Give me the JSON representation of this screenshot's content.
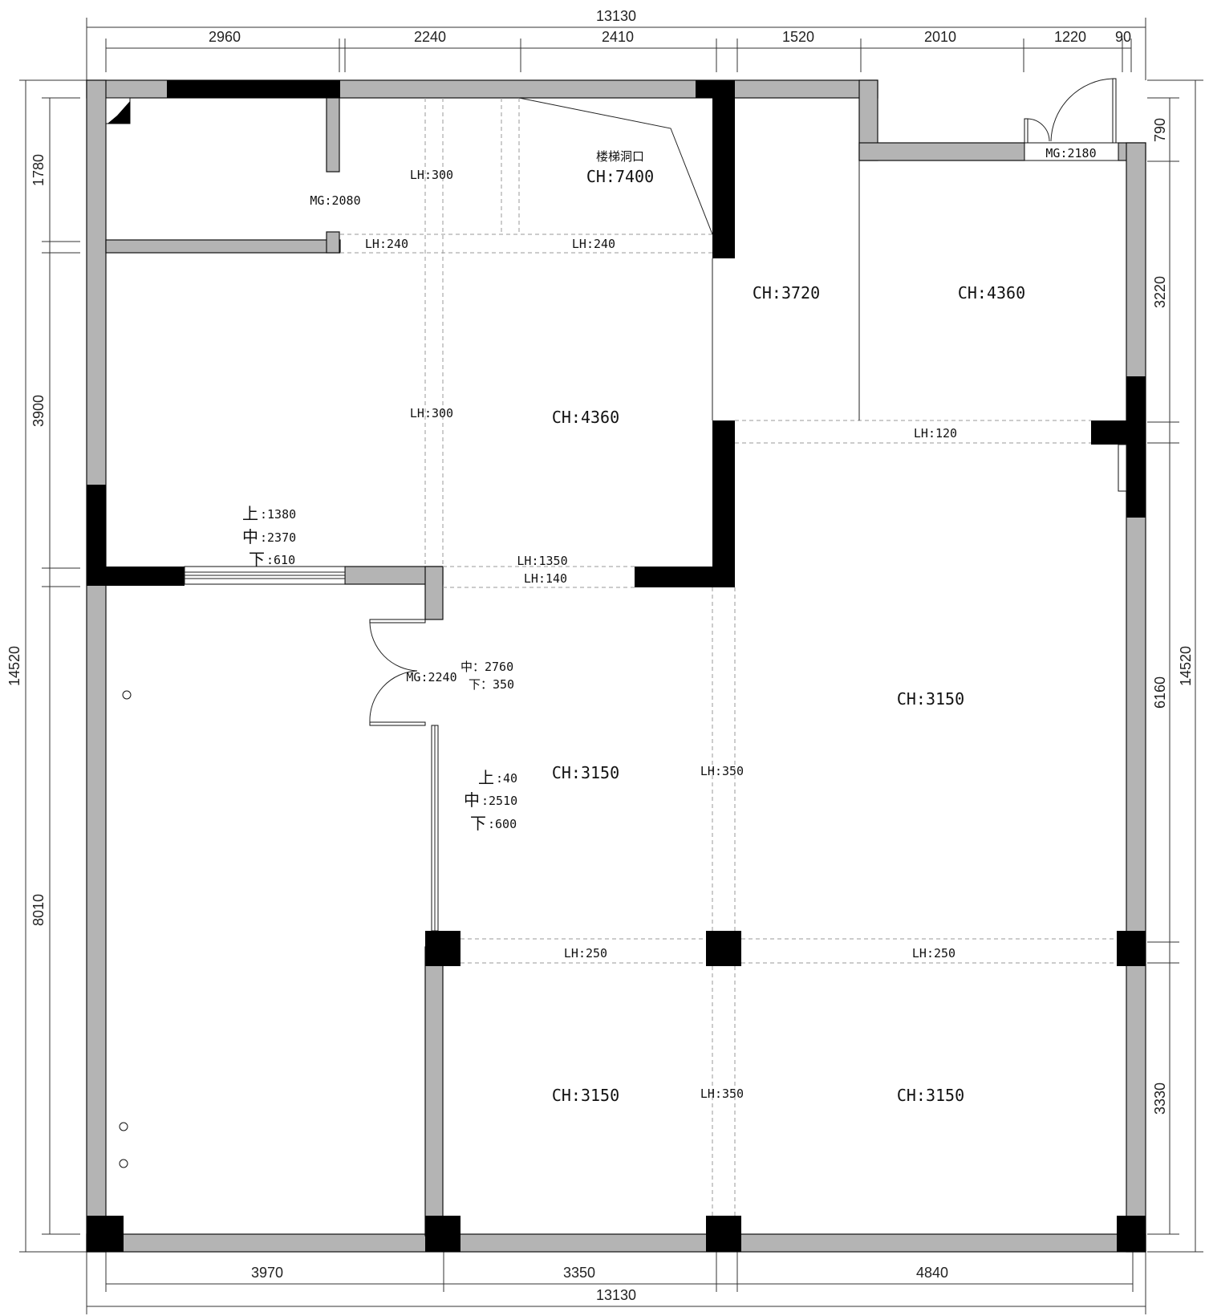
{
  "dimensions": {
    "top_total": "13130",
    "top_segments": [
      "2960",
      "2240",
      "2410",
      "1520",
      "2010",
      "1220",
      "90"
    ],
    "bottom_total": "13130",
    "bottom_segments": [
      "3970",
      "3350",
      "4840"
    ],
    "left_total": "14520",
    "left_segments": [
      "1780",
      "3900",
      "8010"
    ],
    "right_total": "14520",
    "right_segments": [
      "790",
      "3220",
      "6160",
      "3330"
    ]
  },
  "rooms": {
    "stair_title": "楼梯洞口",
    "stair_ch": "CH:7400",
    "ch_upper_center": "CH:4360",
    "ch_upper_right_small": "CH:3720",
    "ch_upper_right": "CH:4360",
    "ch_center": "CH:3150",
    "ch_right_mid": "CH:3150",
    "ch_bottom_center": "CH:3150",
    "ch_bottom_right": "CH:3150"
  },
  "beams": {
    "lh300_top": "LH:300",
    "lh240_left": "LH:240",
    "lh240_right": "LH:240",
    "lh300_mid": "LH:300",
    "lh120": "LH:120",
    "lh1350": "LH:1350",
    "lh140": "LH:140",
    "lh350_center": "LH:350",
    "lh250_left": "LH:250",
    "lh250_right": "LH:250",
    "lh350_bottom": "LH:350"
  },
  "doors": {
    "mg2080": "MG:2080",
    "mg2180": "MG:2180",
    "mg2240": "MG:2240"
  },
  "windows": {
    "w1": {
      "upper_char": "上",
      "upper_val": ":1380",
      "mid_char": "中",
      "mid_val": ":2370",
      "low_char": "下",
      "low_val": ":610"
    },
    "w2": {
      "mid_text": "中：2760",
      "low_text": "下：350"
    },
    "w3": {
      "upper_char": "上",
      "upper_val": ":40",
      "mid_char": "中",
      "mid_val": ":2510",
      "low_char": "下",
      "low_val": ":600"
    }
  }
}
